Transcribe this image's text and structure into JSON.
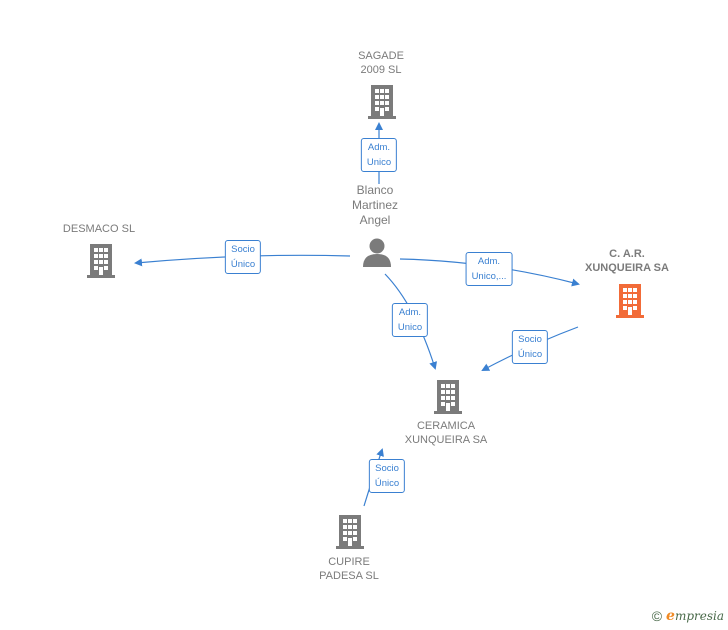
{
  "colors": {
    "edge": "#3a80d1",
    "building": "#7b7b7b",
    "building_highlight": "#f26b38",
    "person": "#7b7b7b",
    "label": "#7b7b7b"
  },
  "nodes": [
    {
      "id": "sagade",
      "line1": "SAGADE",
      "line2": "2009 SL",
      "icon": "building-icon"
    },
    {
      "id": "desmaco",
      "line1": "DESMACO SL",
      "line2": "",
      "icon": "building-icon"
    },
    {
      "id": "person",
      "line1": "Blanco",
      "line2": "Martinez",
      "line3": "Angel",
      "icon": "person-icon"
    },
    {
      "id": "car",
      "line1": "C. A.R.",
      "line2": "XUNQUEIRA SA",
      "icon": "building-icon-highlight"
    },
    {
      "id": "ceramica",
      "line1": "CERAMICA",
      "line2": "XUNQUEIRA SA",
      "icon": "building-icon"
    },
    {
      "id": "cupire",
      "line1": "CUPIRE",
      "line2": "PADESA SL",
      "icon": "building-icon"
    }
  ],
  "edges": [
    {
      "id": "e1",
      "line1": "Adm.",
      "line2": "Unico"
    },
    {
      "id": "e2",
      "line1": "Socio",
      "line2": "Único"
    },
    {
      "id": "e3",
      "line1": "Adm.",
      "line2": "Unico,..."
    },
    {
      "id": "e4",
      "line1": "Adm.",
      "line2": "Unico"
    },
    {
      "id": "e5",
      "line1": "Socio",
      "line2": "Único"
    },
    {
      "id": "e6",
      "line1": "Socio",
      "line2": "Único"
    }
  ],
  "footer": {
    "copyright": "©",
    "brand_initial": "e",
    "brand_rest": "mpresia"
  }
}
